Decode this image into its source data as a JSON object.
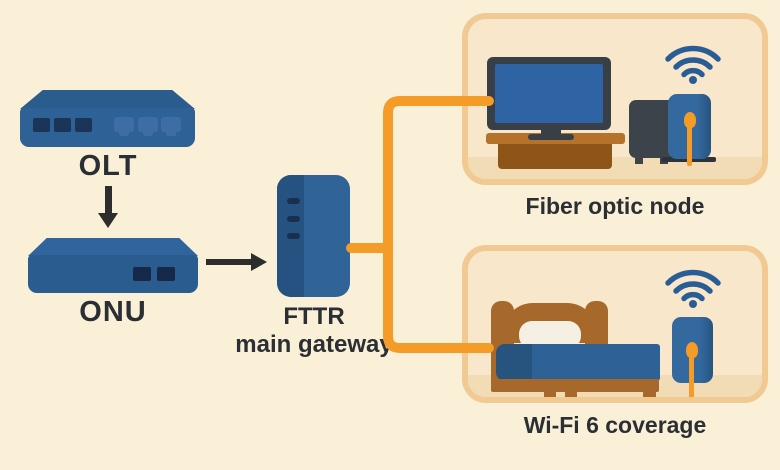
{
  "nodes": {
    "olt": {
      "label": "OLT"
    },
    "onu": {
      "label": "ONU"
    },
    "gateway": {
      "label_top": "FTTR",
      "label_bottom": "main gateway"
    }
  },
  "rooms": {
    "fiber": {
      "label": "Fiber optic node"
    },
    "wifi": {
      "label": "Wi-Fi 6 coverage"
    }
  },
  "icons": {
    "wifi": "wifi-signal-icon",
    "cable": "fiber-cable-orange",
    "arrow_down": "arrow-down-icon",
    "arrow_right": "arrow-right-icon"
  },
  "colors": {
    "background": "#faf0d8",
    "device_blue": "#2e6195",
    "device_blue_dark": "#24517f",
    "wifi_blue": "#2a5d96",
    "cable_orange": "#f59b28",
    "room_border": "#f0ca92",
    "room_fill": "#f8e7ca",
    "wood_brown": "#a7692b",
    "text": "#2b2e33"
  }
}
